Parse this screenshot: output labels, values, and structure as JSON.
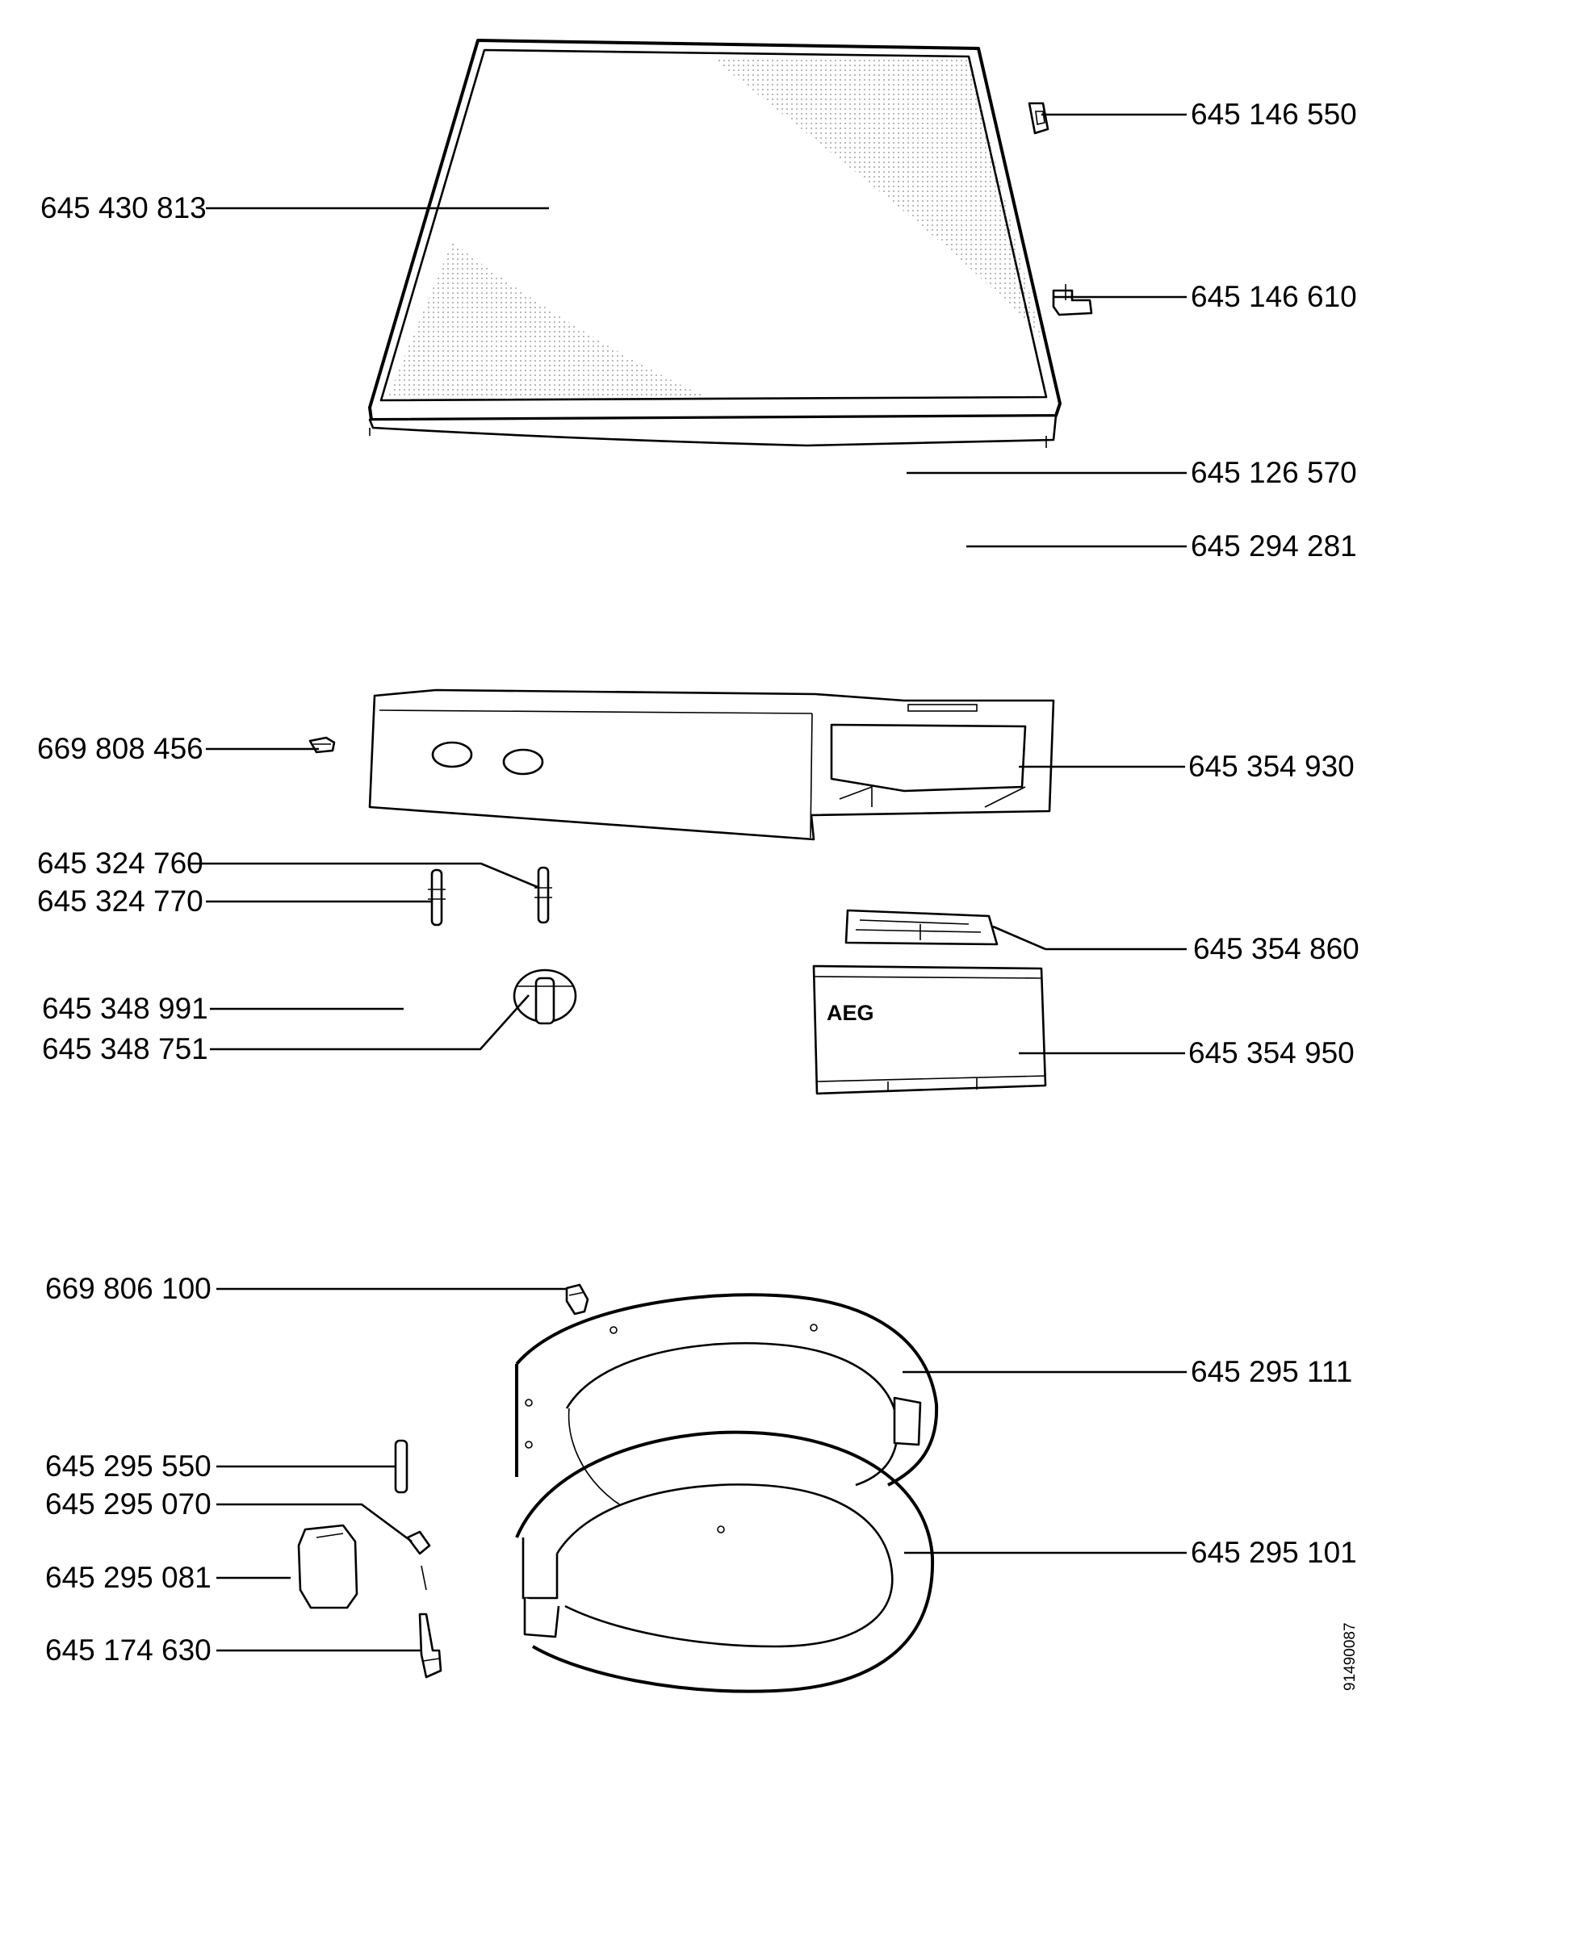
{
  "labels": {
    "lid_panel": "645 430 813",
    "hinge_clip": "645 146 550",
    "lid_bracket": "645 146 610",
    "lid_frame": "645 126 570",
    "lid_gasket": "645 294 281",
    "panel_screw": "669 808 456",
    "control_panel": "645 354 930",
    "push_rod_a": "645 324 760",
    "push_rod_b": "645 324 770",
    "knob_cap": "645 348 991",
    "knob": "645 348 751",
    "panel_insert": "645 354 860",
    "dispenser_front": "645 354 950",
    "door_screw": "669 806 100",
    "door_frame_outer": "645 295 111",
    "hinge_pin": "645 295 550",
    "spring": "645 295 070",
    "door_handle": "645 295 081",
    "latch": "645 174 630",
    "door_frame_inner": "645 295 101"
  },
  "brand_mark": "AEG",
  "drawing_number": "91490087"
}
